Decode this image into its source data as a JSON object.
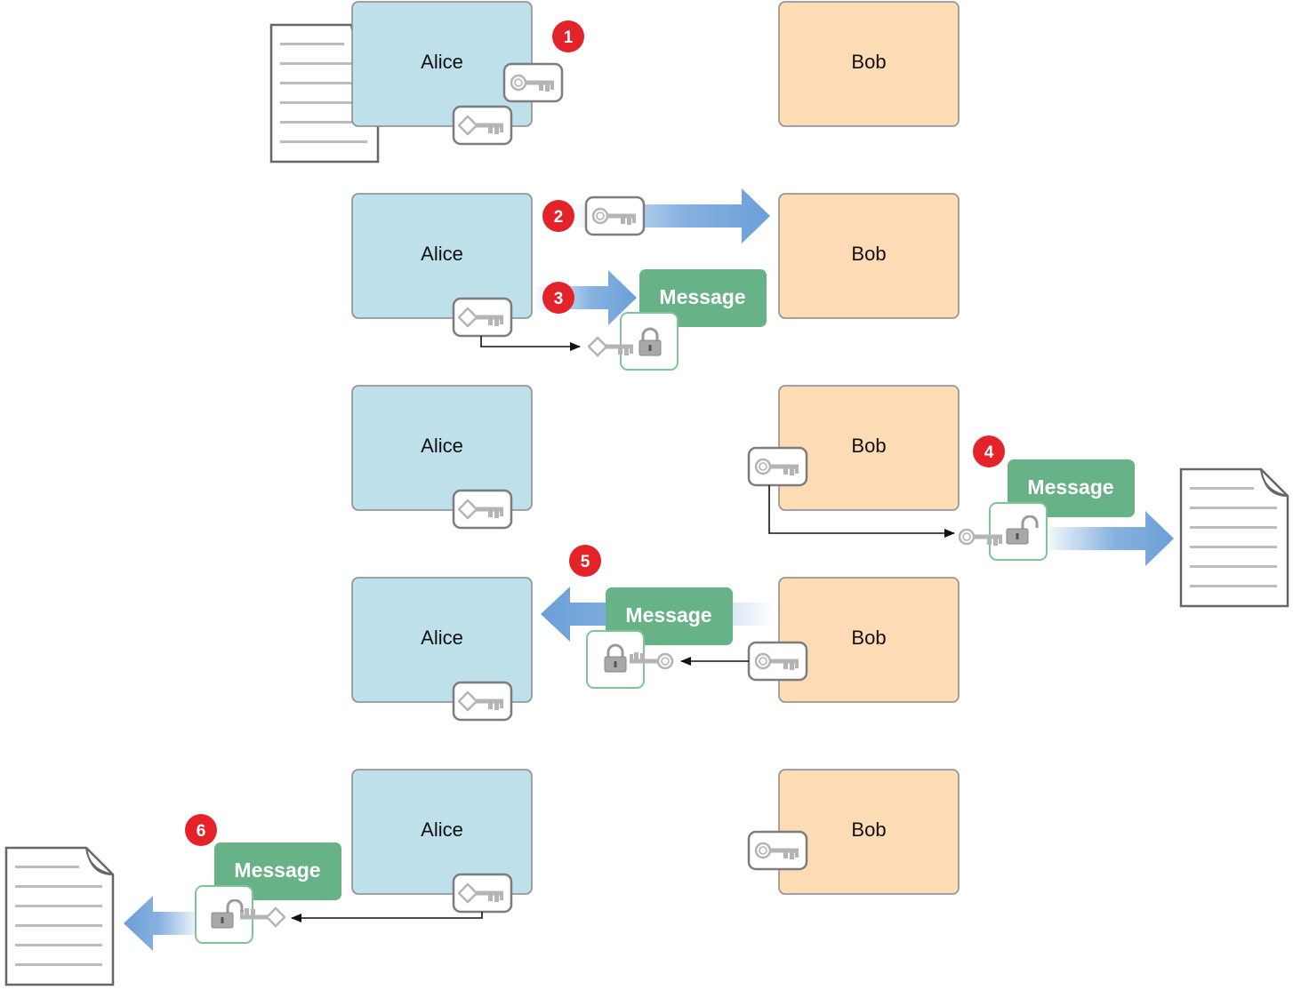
{
  "parties": {
    "alice": "Alice",
    "bob": "Bob"
  },
  "steps": [
    "1",
    "2",
    "3",
    "4",
    "5",
    "6"
  ],
  "message_label": "Message",
  "icons": {
    "public_key": "round-bow-key-icon",
    "private_key": "diamond-bow-key-icon",
    "locked": "closed-padlock-icon",
    "unlocked": "open-padlock-icon",
    "document": "document-icon"
  },
  "colors": {
    "alice_fill": "#bde0ea",
    "bob_fill": "#fddbb5",
    "message_fill": "#67b286",
    "step_badge": "#e3222a",
    "arrow_blue": "#6a9fd8",
    "lock_border": "#7ec497"
  }
}
